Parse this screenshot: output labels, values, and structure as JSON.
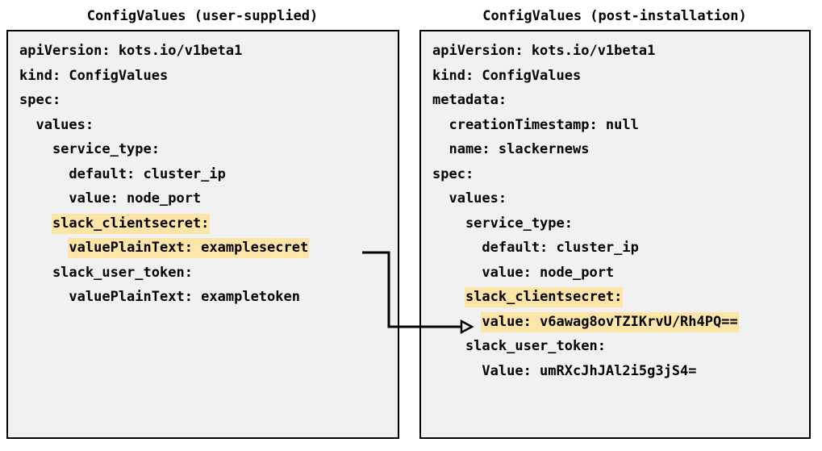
{
  "diagram": {
    "title_left": "ConfigValues (user-supplied)",
    "title_right": "ConfigValues (post-installation)",
    "highlight_color": "#fce5a6",
    "box_background": "#f1f1f1",
    "border_color": "#000000",
    "connector": {
      "label": "encryption-mapping-arrow",
      "from": "valuePlainText: examplesecret",
      "to": "value: v6awag8ovTZIKrvU/Rh4PQ=="
    }
  },
  "left_panel": {
    "title": "ConfigValues (user-supplied)",
    "lines": [
      {
        "indent": 0,
        "text": "apiVersion: kots.io/v1beta1",
        "highlight": false
      },
      {
        "indent": 0,
        "text": "kind: ConfigValues",
        "highlight": false
      },
      {
        "indent": 0,
        "text": "spec:",
        "highlight": false
      },
      {
        "indent": 1,
        "text": "values:",
        "highlight": false
      },
      {
        "indent": 2,
        "text": "service_type:",
        "highlight": false
      },
      {
        "indent": 3,
        "text": "default: cluster_ip",
        "highlight": false
      },
      {
        "indent": 3,
        "text": "value: node_port",
        "highlight": false
      },
      {
        "indent": 2,
        "text": "slack_clientsecret:",
        "highlight": true
      },
      {
        "indent": 3,
        "text": "valuePlainText: examplesecret",
        "highlight": true
      },
      {
        "indent": 2,
        "text": "slack_user_token:",
        "highlight": false
      },
      {
        "indent": 3,
        "text": "valuePlainText: exampletoken",
        "highlight": false
      }
    ]
  },
  "right_panel": {
    "title": "ConfigValues (post-installation)",
    "lines": [
      {
        "indent": 0,
        "text": "apiVersion: kots.io/v1beta1",
        "highlight": false
      },
      {
        "indent": 0,
        "text": "kind: ConfigValues",
        "highlight": false
      },
      {
        "indent": 0,
        "text": "metadata:",
        "highlight": false
      },
      {
        "indent": 1,
        "text": "creationTimestamp: null",
        "highlight": false
      },
      {
        "indent": 1,
        "text": "name: slackernews",
        "highlight": false
      },
      {
        "indent": 0,
        "text": "spec:",
        "highlight": false
      },
      {
        "indent": 1,
        "text": "values:",
        "highlight": false
      },
      {
        "indent": 2,
        "text": "service_type:",
        "highlight": false
      },
      {
        "indent": 3,
        "text": "default: cluster_ip",
        "highlight": false
      },
      {
        "indent": 3,
        "text": "value: node_port",
        "highlight": false
      },
      {
        "indent": 2,
        "text": "slack_clientsecret:",
        "highlight": true
      },
      {
        "indent": 3,
        "text": "value: v6awag8ovTZIKrvU/Rh4PQ==",
        "highlight": true
      },
      {
        "indent": 2,
        "text": "slack_user_token:",
        "highlight": false
      },
      {
        "indent": 3,
        "text": "Value: umRXcJhJAl2i5g3jS4=",
        "highlight": false
      }
    ]
  }
}
